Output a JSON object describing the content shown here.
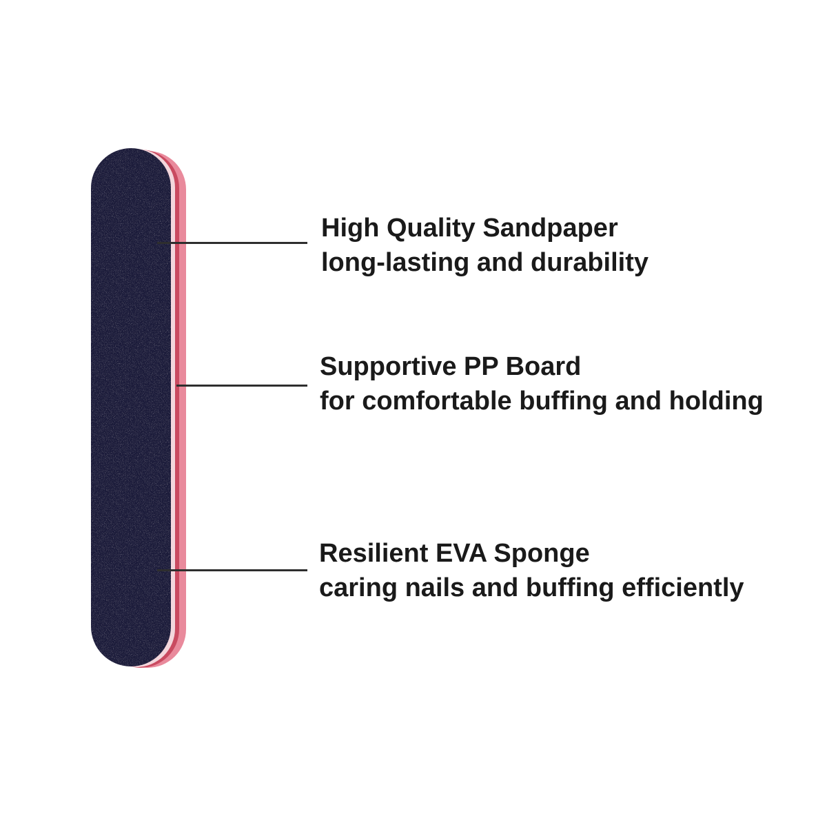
{
  "product": {
    "image": "nail-file-buffer",
    "colors": {
      "abrasive_surface": "#1c1a3a",
      "pp_board": "#c94a60",
      "eva_sponge": "#e98a9c",
      "callout_line": "#2e2e2e",
      "text": "#1a1a1a",
      "background": "#ffffff"
    }
  },
  "callouts": [
    {
      "title": "High Quality Sandpaper",
      "description": "long-lasting and durability"
    },
    {
      "title": "Supportive PP Board",
      "description": "for comfortable buffing and holding"
    },
    {
      "title": "Resilient EVA Sponge",
      "description": "caring nails and buffing efficiently"
    }
  ]
}
